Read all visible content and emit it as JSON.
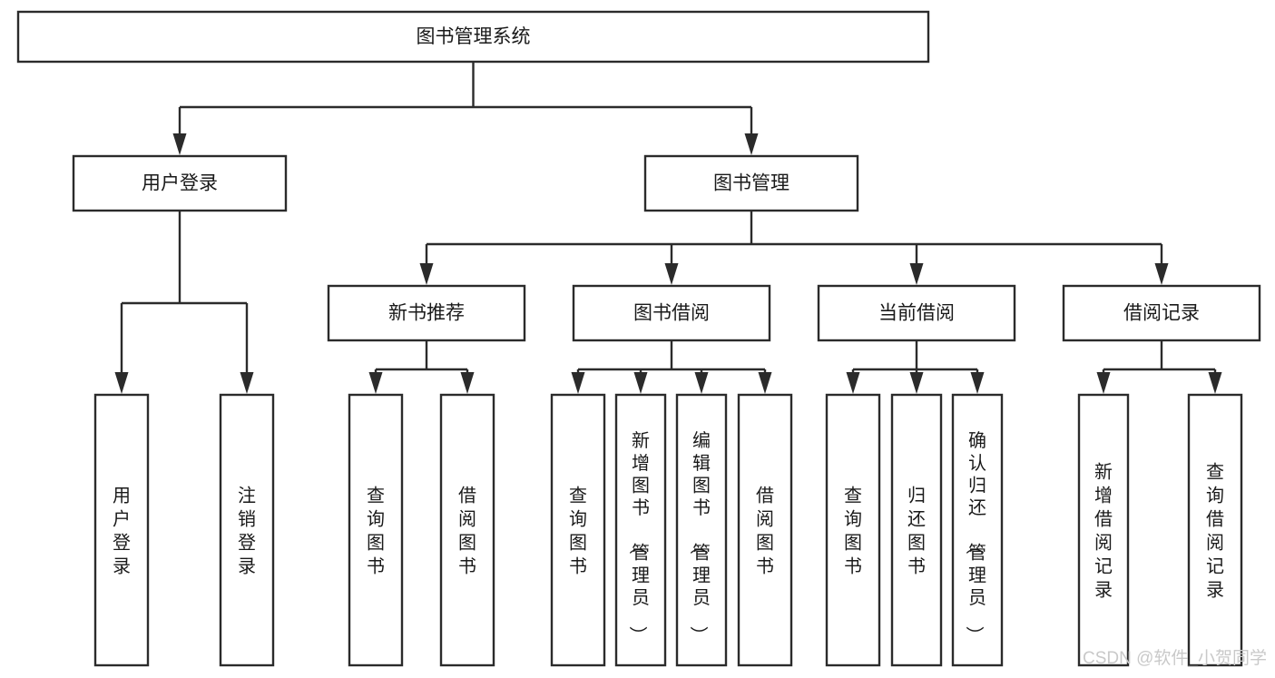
{
  "diagram": {
    "type": "tree",
    "title": "图书管理系统",
    "orientation": "top-down",
    "style": {
      "box_fill": "#ffffff",
      "box_stroke": "#2b2b2b",
      "text_color": "#1a1a1a",
      "background": "#ffffff",
      "watermark_color": "#c9c9c9"
    },
    "nodes": {
      "root": {
        "label": "图书管理系统",
        "level": 0,
        "orientation": "horizontal"
      },
      "l1_user": {
        "label": "用户登录",
        "level": 1,
        "orientation": "horizontal"
      },
      "l1_book": {
        "label": "图书管理",
        "level": 1,
        "orientation": "horizontal"
      },
      "l2_newbook": {
        "label": "新书推荐",
        "level": 2,
        "orientation": "horizontal"
      },
      "l2_borrow": {
        "label": "图书借阅",
        "level": 2,
        "orientation": "horizontal"
      },
      "l2_current": {
        "label": "当前借阅",
        "level": 2,
        "orientation": "horizontal"
      },
      "l2_record": {
        "label": "借阅记录",
        "level": 2,
        "orientation": "horizontal"
      },
      "leaf_user_login": {
        "label": "用户登录",
        "level": 3,
        "orientation": "vertical"
      },
      "leaf_user_logout": {
        "label": "注销登录",
        "level": 3,
        "orientation": "vertical"
      },
      "leaf_new_query": {
        "label": "查询图书",
        "level": 3,
        "orientation": "vertical"
      },
      "leaf_new_borrow": {
        "label": "借阅图书",
        "level": 3,
        "orientation": "vertical"
      },
      "leaf_borrow_query": {
        "label": "查询图书",
        "level": 3,
        "orientation": "vertical"
      },
      "leaf_borrow_add": {
        "label": "新增图书（管理员）",
        "level": 3,
        "orientation": "vertical"
      },
      "leaf_borrow_edit": {
        "label": "编辑图书（管理员）",
        "level": 3,
        "orientation": "vertical"
      },
      "leaf_borrow_lend": {
        "label": "借阅图书",
        "level": 3,
        "orientation": "vertical"
      },
      "leaf_cur_query": {
        "label": "查询图书",
        "level": 3,
        "orientation": "vertical"
      },
      "leaf_cur_return": {
        "label": "归还图书",
        "level": 3,
        "orientation": "vertical"
      },
      "leaf_cur_confirm": {
        "label": "确认归还（管理员）",
        "level": 3,
        "orientation": "vertical"
      },
      "leaf_rec_add": {
        "label": "新增借阅记录",
        "level": 3,
        "orientation": "vertical"
      },
      "leaf_rec_query": {
        "label": "查询借阅记录",
        "level": 3,
        "orientation": "vertical"
      }
    },
    "edges": [
      {
        "from": "root",
        "to": "l1_user"
      },
      {
        "from": "root",
        "to": "l1_book"
      },
      {
        "from": "l1_book",
        "to": "l2_newbook"
      },
      {
        "from": "l1_book",
        "to": "l2_borrow"
      },
      {
        "from": "l1_book",
        "to": "l2_current"
      },
      {
        "from": "l1_book",
        "to": "l2_record"
      },
      {
        "from": "l1_user",
        "to": "leaf_user_login"
      },
      {
        "from": "l1_user",
        "to": "leaf_user_logout"
      },
      {
        "from": "l2_newbook",
        "to": "leaf_new_query"
      },
      {
        "from": "l2_newbook",
        "to": "leaf_new_borrow"
      },
      {
        "from": "l2_borrow",
        "to": "leaf_borrow_query"
      },
      {
        "from": "l2_borrow",
        "to": "leaf_borrow_add"
      },
      {
        "from": "l2_borrow",
        "to": "leaf_borrow_edit"
      },
      {
        "from": "l2_borrow",
        "to": "leaf_borrow_lend"
      },
      {
        "from": "l2_current",
        "to": "leaf_cur_query"
      },
      {
        "from": "l2_current",
        "to": "leaf_cur_return"
      },
      {
        "from": "l2_current",
        "to": "leaf_cur_confirm"
      },
      {
        "from": "l2_record",
        "to": "leaf_rec_add"
      },
      {
        "from": "l2_record",
        "to": "leaf_rec_query"
      }
    ]
  },
  "watermark": {
    "text": "CSDN @软件_小贺同学"
  }
}
